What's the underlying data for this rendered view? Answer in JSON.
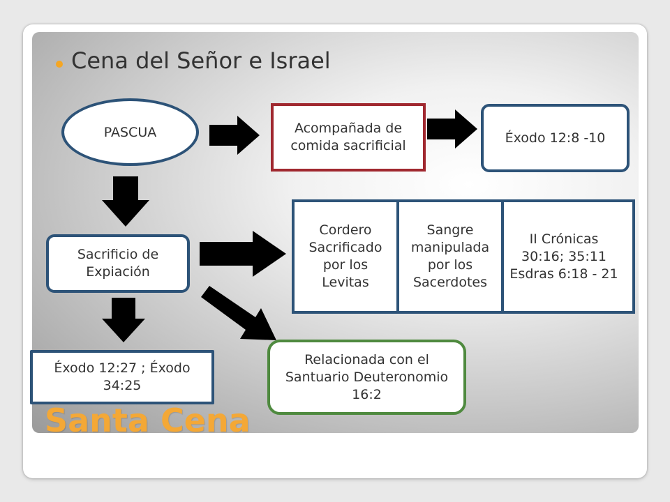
{
  "heading": "Cena del Señor e Israel",
  "nodes": {
    "pascua": "PASCUA",
    "acompanada": "Acompañada de comida sacrificial",
    "exodo_12_8": "Éxodo 12:8 -10",
    "sacrificio": "Sacrificio de Expiación",
    "cordero": "Cordero Sacrificado por los Levitas",
    "sangre": "Sangre manipulada por los Sacerdotes",
    "cronicas": "II Crónicas 30:16; 35:11 Esdras 6:18 - 21",
    "exodo_12_27": "Éxodo 12:27 ; Éxodo 34:25",
    "santuario": "Relacionada con el Santuario Deuteronomio 16:2"
  },
  "footer_title": "Santa Cena",
  "colors": {
    "accent": "#f5a623",
    "title_orange": "#f4a836",
    "blue_border": "#2d5378",
    "red_border": "#a0282f",
    "green_border": "#4f8a3f",
    "arrow": "#000000"
  }
}
